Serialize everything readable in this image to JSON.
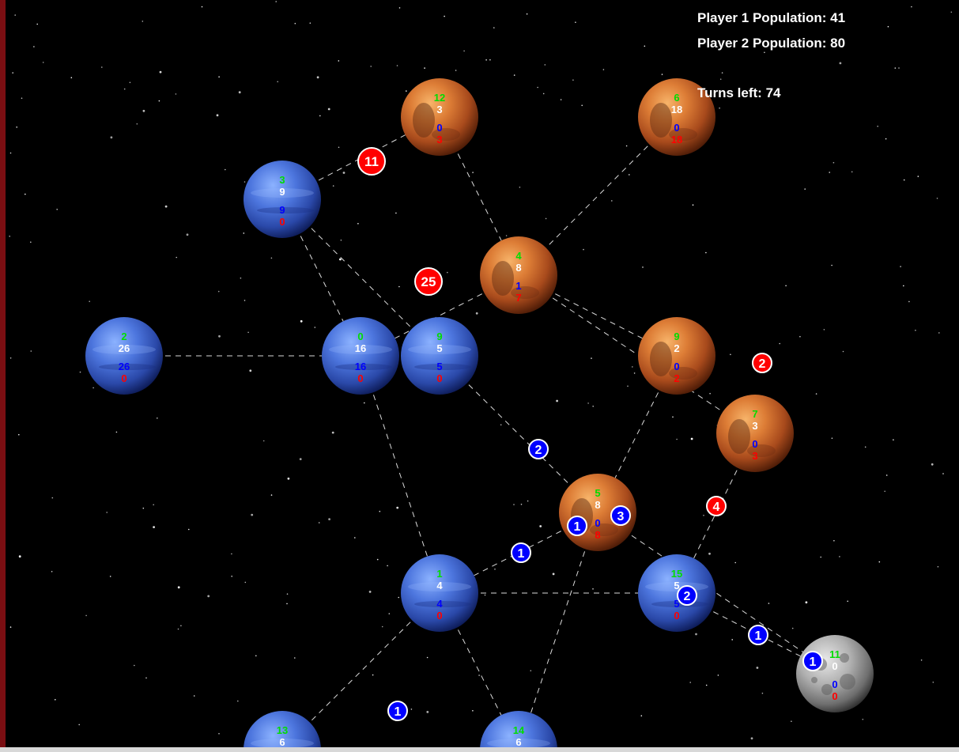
{
  "hud": {
    "player1_population": "Player 1 Population: 41",
    "player2_population": "Player 2 Population: 80",
    "turns_left": "Turns left: 74"
  },
  "colors": {
    "background": "#000000",
    "player1_blue": "#0000ff",
    "player2_red": "#ff0000",
    "growth_green": "#00dd00",
    "population_white": "#ffffff",
    "route_line": "#ffffff"
  },
  "planets": [
    {
      "id": "p1",
      "type": "mars",
      "stats": [
        "12",
        "3",
        "0",
        "3"
      ]
    },
    {
      "id": "p2",
      "type": "mars",
      "stats": [
        "6",
        "18",
        "0",
        "18"
      ]
    },
    {
      "id": "p3",
      "type": "neptune",
      "stats": [
        "3",
        "9",
        "9",
        "0"
      ]
    },
    {
      "id": "p4",
      "type": "mars",
      "stats": [
        "4",
        "8",
        "1",
        "7"
      ]
    },
    {
      "id": "p5",
      "type": "neptune",
      "stats": [
        "2",
        "26",
        "26",
        "0"
      ]
    },
    {
      "id": "p6",
      "type": "neptune",
      "stats": [
        "0",
        "16",
        "16",
        "0"
      ]
    },
    {
      "id": "p7",
      "type": "neptune",
      "stats": [
        "9",
        "5",
        "5",
        "0"
      ]
    },
    {
      "id": "p8",
      "type": "mars",
      "stats": [
        "9",
        "2",
        "0",
        "2"
      ]
    },
    {
      "id": "p9",
      "type": "mars",
      "stats": [
        "7",
        "3",
        "0",
        "3"
      ]
    },
    {
      "id": "p10",
      "type": "mars",
      "stats": [
        "5",
        "8",
        "0",
        "8"
      ]
    },
    {
      "id": "p11",
      "type": "neptune",
      "stats": [
        "1",
        "4",
        "4",
        "0"
      ]
    },
    {
      "id": "p12",
      "type": "neptune",
      "stats": [
        "15",
        "5",
        "5",
        "0"
      ]
    },
    {
      "id": "p13",
      "type": "moon",
      "stats": [
        "11",
        "0",
        "0",
        "0"
      ]
    },
    {
      "id": "p14",
      "type": "neptune",
      "stats": [
        "13",
        "6",
        "",
        ""
      ]
    },
    {
      "id": "p15",
      "type": "neptune",
      "stats": [
        "14",
        "6",
        "",
        ""
      ]
    }
  ],
  "routes": [
    [
      "p3",
      "p1"
    ],
    [
      "p1",
      "p4"
    ],
    [
      "p2",
      "p4"
    ],
    [
      "p3",
      "p6"
    ],
    [
      "p3",
      "p7"
    ],
    [
      "p4",
      "p6"
    ],
    [
      "p4",
      "p8"
    ],
    [
      "p4",
      "p9"
    ],
    [
      "p5",
      "p6"
    ],
    [
      "p7",
      "p10"
    ],
    [
      "p8",
      "p10"
    ],
    [
      "p9",
      "p12"
    ],
    [
      "p10",
      "p11"
    ],
    [
      "p10",
      "p13"
    ],
    [
      "p11",
      "p12"
    ],
    [
      "p12",
      "p13"
    ],
    [
      "p6",
      "p11"
    ],
    [
      "p11",
      "p14"
    ],
    [
      "p11",
      "p15"
    ],
    [
      "p10",
      "p15"
    ]
  ],
  "fleets": [
    {
      "owner": "red",
      "count": "11"
    },
    {
      "owner": "red",
      "count": "25"
    },
    {
      "owner": "red",
      "count": "2"
    },
    {
      "owner": "red",
      "count": "4"
    },
    {
      "owner": "blue",
      "count": "2"
    },
    {
      "owner": "blue",
      "count": "1"
    },
    {
      "owner": "blue",
      "count": "3"
    },
    {
      "owner": "blue",
      "count": "1"
    },
    {
      "owner": "blue",
      "count": "2"
    },
    {
      "owner": "blue",
      "count": "1"
    },
    {
      "owner": "blue",
      "count": "1"
    },
    {
      "owner": "blue",
      "count": "1"
    }
  ]
}
